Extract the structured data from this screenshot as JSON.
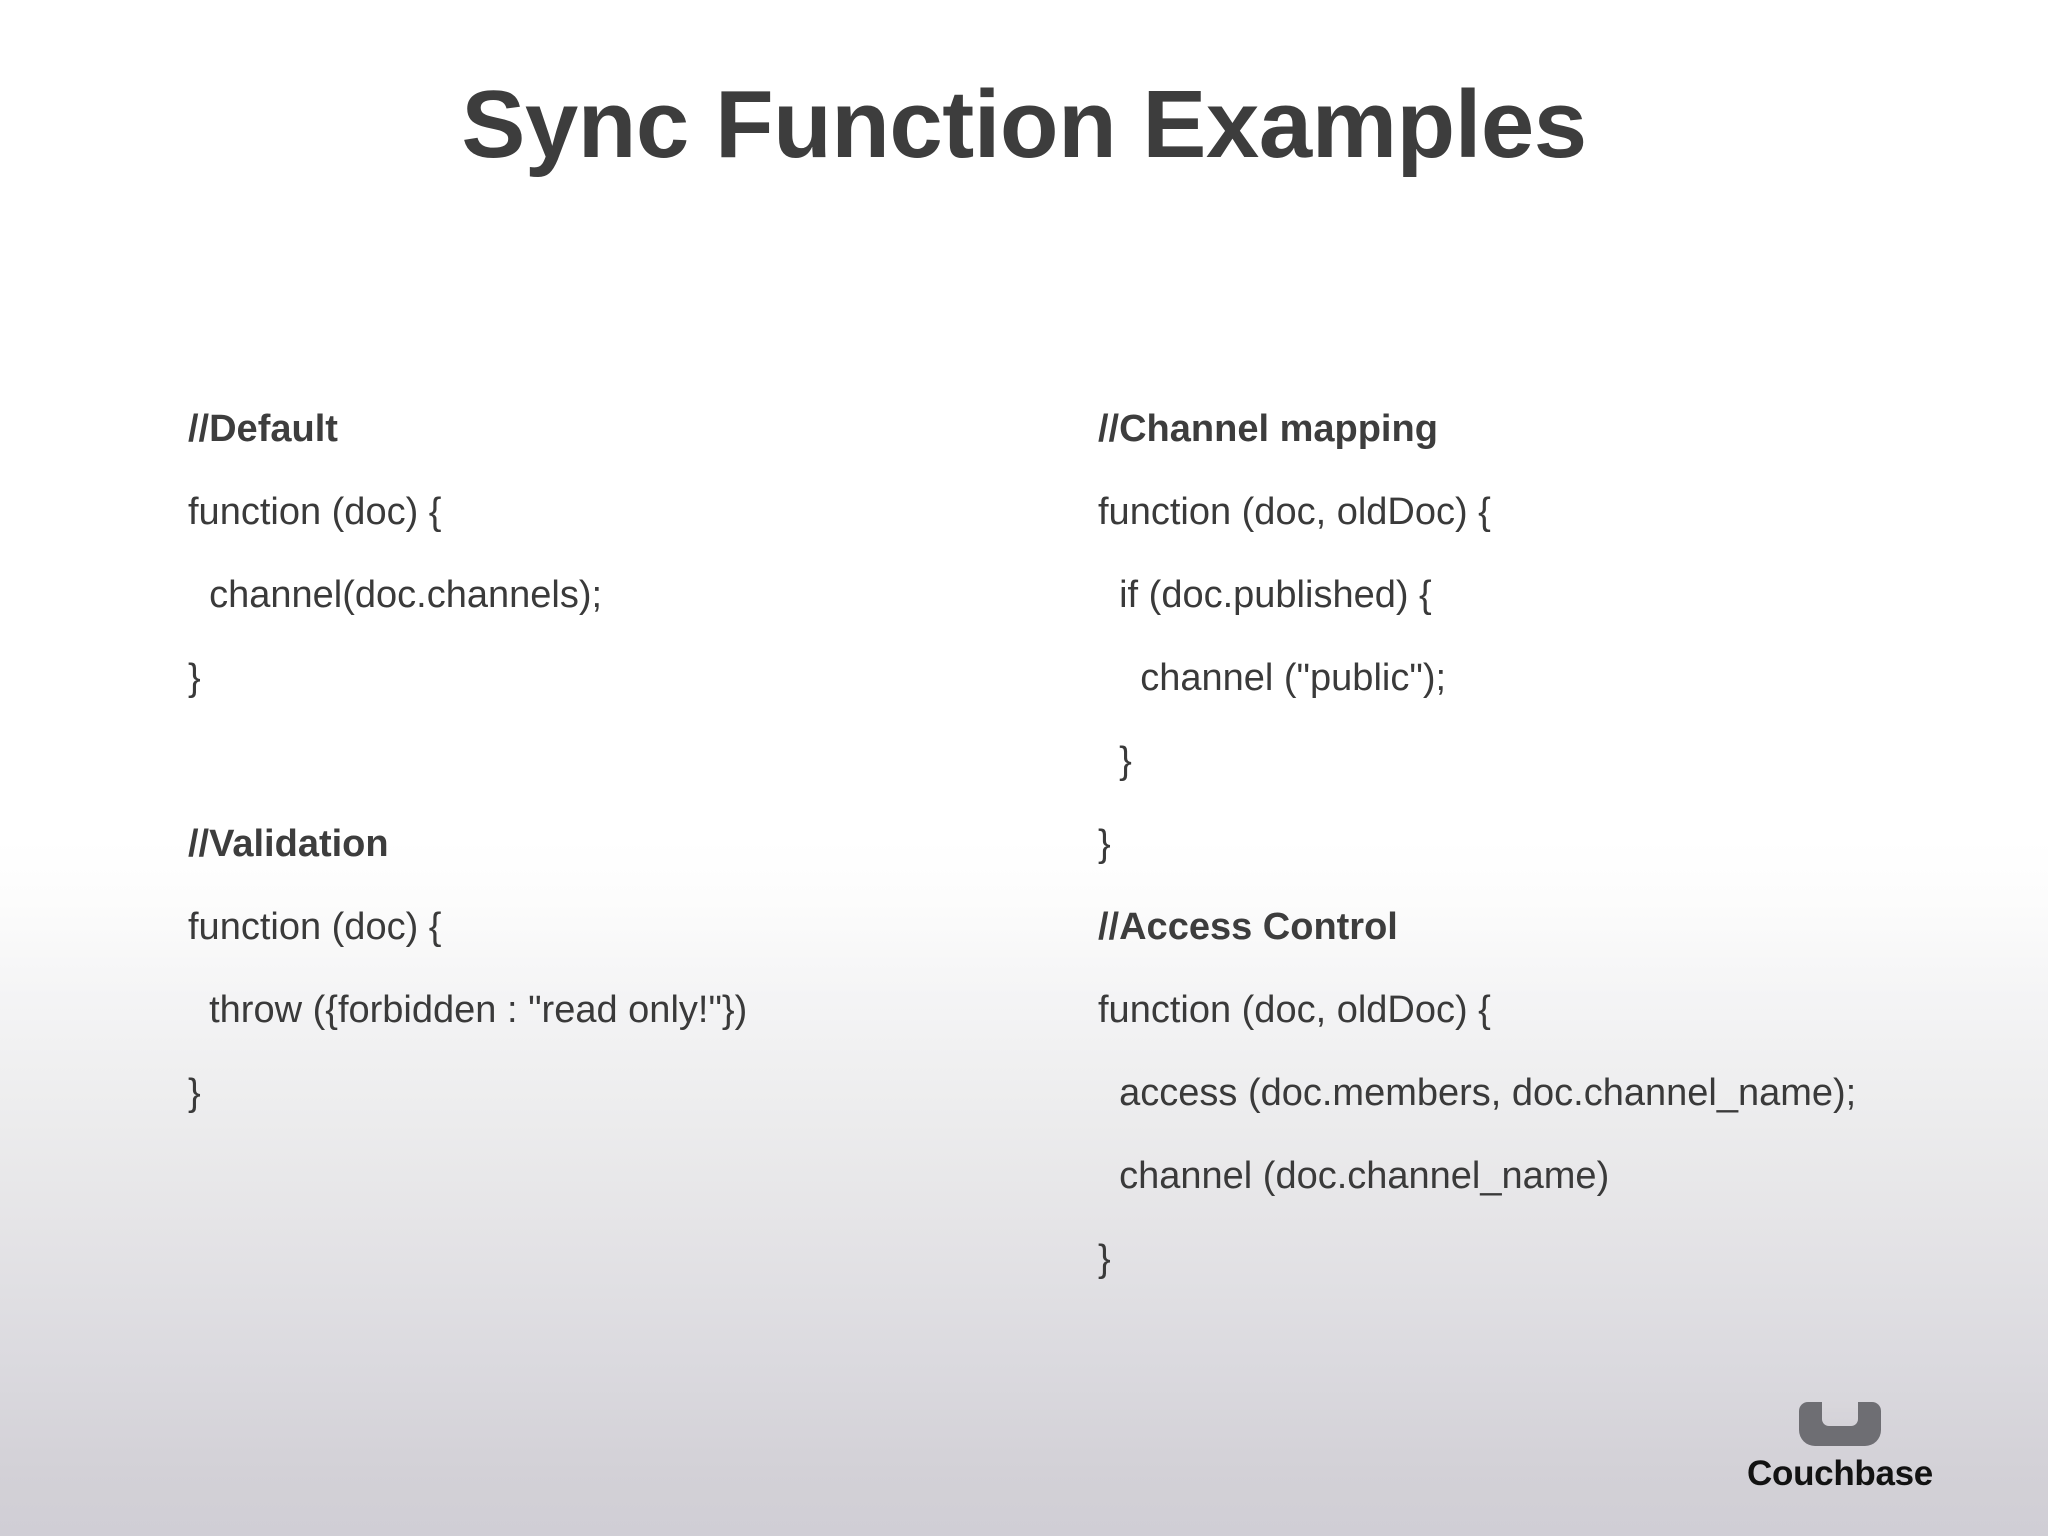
{
  "slide": {
    "title": "Sync Function Examples",
    "background_top_color": "#ffffff",
    "background_bottom_color": "#d0ced5",
    "text_color": "#3a3a3a"
  },
  "left_column": {
    "blocks": [
      {
        "name": "default-example",
        "lines": [
          {
            "text": "//Default",
            "style": "comment"
          },
          {
            "text": "function (doc) {",
            "style": "code"
          },
          {
            "text": "  channel(doc.channels);",
            "style": "code"
          },
          {
            "text": "}",
            "style": "code"
          },
          {
            "text": " ",
            "style": "blank"
          }
        ]
      },
      {
        "name": "validation-example",
        "lines": [
          {
            "text": "//Validation",
            "style": "comment"
          },
          {
            "text": "function (doc) {",
            "style": "code"
          },
          {
            "text": "  throw ({forbidden : \"read only!\"})",
            "style": "code"
          },
          {
            "text": "}",
            "style": "code"
          }
        ]
      }
    ]
  },
  "right_column": {
    "blocks": [
      {
        "name": "channel-mapping-example",
        "lines": [
          {
            "text": "//Channel mapping",
            "style": "comment"
          },
          {
            "text": "function (doc, oldDoc) {",
            "style": "code"
          },
          {
            "text": "  if (doc.published) {",
            "style": "code"
          },
          {
            "text": "    channel (\"public\");",
            "style": "code"
          },
          {
            "text": "  }",
            "style": "code"
          },
          {
            "text": "}",
            "style": "code"
          }
        ]
      },
      {
        "name": "access-control-example",
        "lines": [
          {
            "text": "//Access Control",
            "style": "comment"
          },
          {
            "text": "function (doc, oldDoc) {",
            "style": "code"
          },
          {
            "text": "  access (doc.members, doc.channel_name);",
            "style": "code"
          },
          {
            "text": "  channel (doc.channel_name)",
            "style": "code"
          },
          {
            "text": "}",
            "style": "code"
          }
        ]
      }
    ]
  },
  "logo": {
    "text": "Couchbase",
    "mark_color": "#6e6e73",
    "text_color": "#121212"
  }
}
